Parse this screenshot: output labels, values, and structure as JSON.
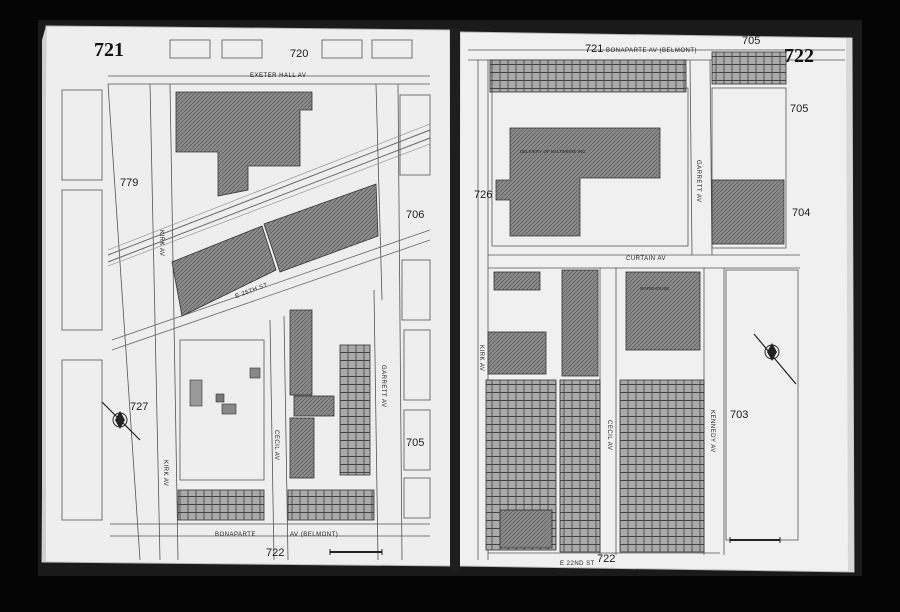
{
  "sheets": {
    "left": {
      "number": "721"
    },
    "right": {
      "number": "722"
    }
  },
  "blocks": {
    "b720": "720",
    "b779": "779",
    "b706": "706",
    "b727": "727",
    "b705_left": "705",
    "b722_left": "722",
    "b721_right": "721",
    "b705_top": "705",
    "b705_right": "705",
    "b726": "726",
    "b704": "704",
    "b703": "703",
    "b722_right": "722"
  },
  "streets": {
    "exeter_hall": "EXETER HALL AV",
    "kirk_av": "KIRK AV",
    "e_25th": "E 25TH ST",
    "cecil_av": "CECIL AV",
    "garrett_av": "GARRETT AV",
    "bonaparte": "BONAPARTE",
    "belmont": "AV (BELMONT)",
    "bonaparte_av": "BONAPARTE AV (BELMONT)",
    "curtain": "CURTAIN AV",
    "kennedy": "KENNEDY AV",
    "e_22nd": "E 22ND ST"
  },
  "buildings": {
    "delivery": "DELIVERY OF BALTIMORE INC",
    "warehouse": "WAREHOUSE"
  },
  "colors": {
    "background": "#050505",
    "page": "#eeeeee",
    "building_fill": "#8c8c8c",
    "ink": "#1b1b1b"
  }
}
